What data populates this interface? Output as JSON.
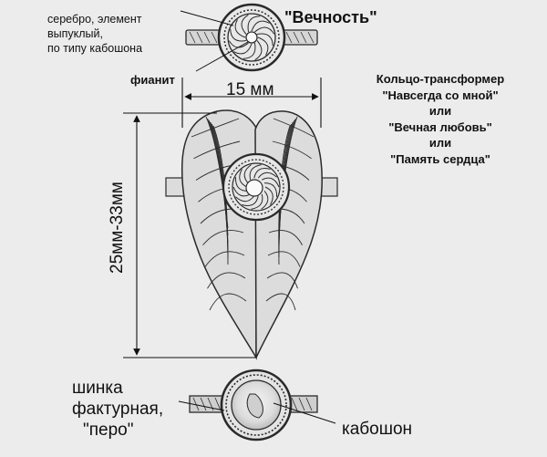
{
  "labels": {
    "silver_note": [
      "серебро, элемент",
      "выпуклый,",
      "по типу кабошона"
    ],
    "title_top": "\"Вечность\"",
    "cubic_zirconia": "фианит",
    "width_dim": "15 мм",
    "height_dim": "25мм-33мм",
    "product_names": [
      "Кольцо-трансформер",
      "\"Навсегда со мной\"",
      "или",
      "\"Вечная любовь\"",
      "или",
      "\"Память сердца\""
    ],
    "shank_note": [
      "шинка",
      "фактурная,",
      "\"перо\""
    ],
    "cabochon": "кабошон"
  },
  "colors": {
    "background": "#ececec",
    "ink": "#111111",
    "pencil": "#2a2a2a"
  }
}
